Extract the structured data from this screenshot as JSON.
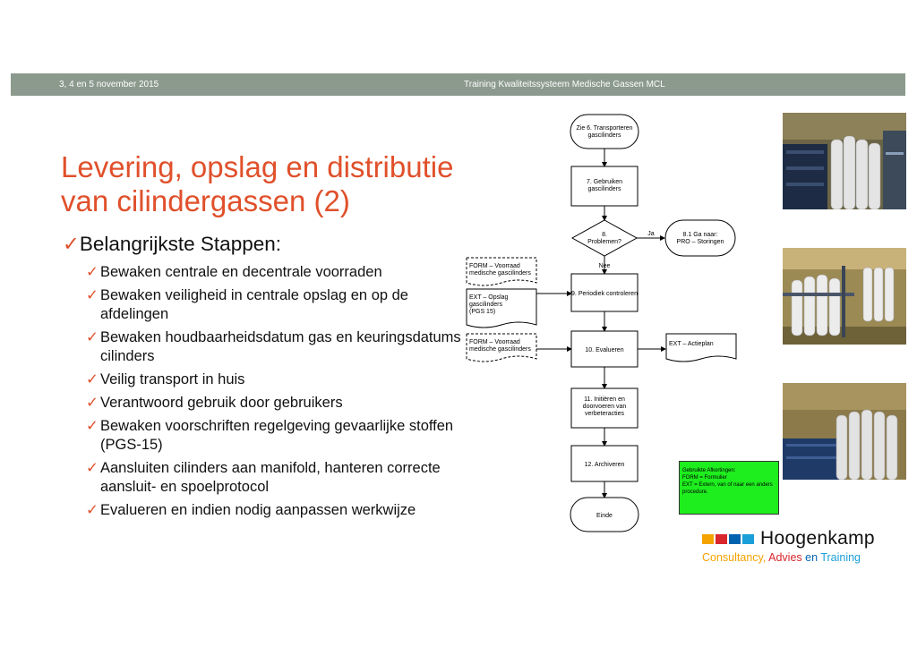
{
  "header": {
    "date": "3, 4 en 5 november  2015",
    "title": "Training Kwaliteitssysteem Medische Gassen MCL"
  },
  "slide": {
    "title_line1": "Levering, opslag en distributie",
    "title_line2": "van cilindergassen  (2)",
    "subtitle": "Belangrijkste Stappen:",
    "check": "✓",
    "bullets": [
      "Bewaken  centrale en decentrale  voorraden",
      "Bewaken  veiligheid  in centrale  opslag  en op de afdelingen",
      "Bewaken  houdbaarheidsdatum  gas en keuringsdatums  cilinders",
      "Veilig  transport  in huis",
      "Verantwoord  gebruik door gebruikers",
      "Bewaken  voorschriften  regelgeving gevaarlijke  stoffen  (PGS-15)",
      "Aansluiten  cilinders  aan manifold,  hanteren correcte aansluit-  en spoelprotocol",
      "Evalueren  en indien nodig  aanpassen werkwijze"
    ]
  },
  "flowchart": {
    "start": [
      "Zie 6. Transporteren",
      "gascilinders"
    ],
    "step7": [
      "7. Gebruiken",
      "gascilinders"
    ],
    "step8": [
      "8.",
      "Problemen?"
    ],
    "step81": [
      "8.1 Ga naar:",
      "PRO – Storingen"
    ],
    "yes": "Ja",
    "no": "Nee",
    "doc_form1": [
      "FORM – Voorraad",
      "medische gascilinders"
    ],
    "doc_ext": [
      "EXT – Opslag",
      "gascilinders",
      "(PGS 15)"
    ],
    "step9": "9. Periodiek controleren",
    "doc_form2": [
      "FORM – Voorraad",
      "medische gascilinders"
    ],
    "step10": "10. Evalueren",
    "doc_actie": "EXT – Actieplan",
    "step11": [
      "11. Initiëren en",
      "doorvoeren van",
      "verbeteracties"
    ],
    "step12": "12. Archiveren",
    "end": "Einde"
  },
  "legend": {
    "line1": "Gebruikte Afkortingen:",
    "line2": "FORM = Formulier",
    "line3": "EXT = Extern, van of naar een anders procedure."
  },
  "logo": {
    "name": "Hoogenkamp",
    "tag1": "Consultancy,",
    "tag2": "Advies",
    "tag3": "en",
    "tag4": "Training",
    "colors": [
      "#f5a300",
      "#d9262c",
      "#0063b0",
      "#1a9fd8"
    ]
  }
}
